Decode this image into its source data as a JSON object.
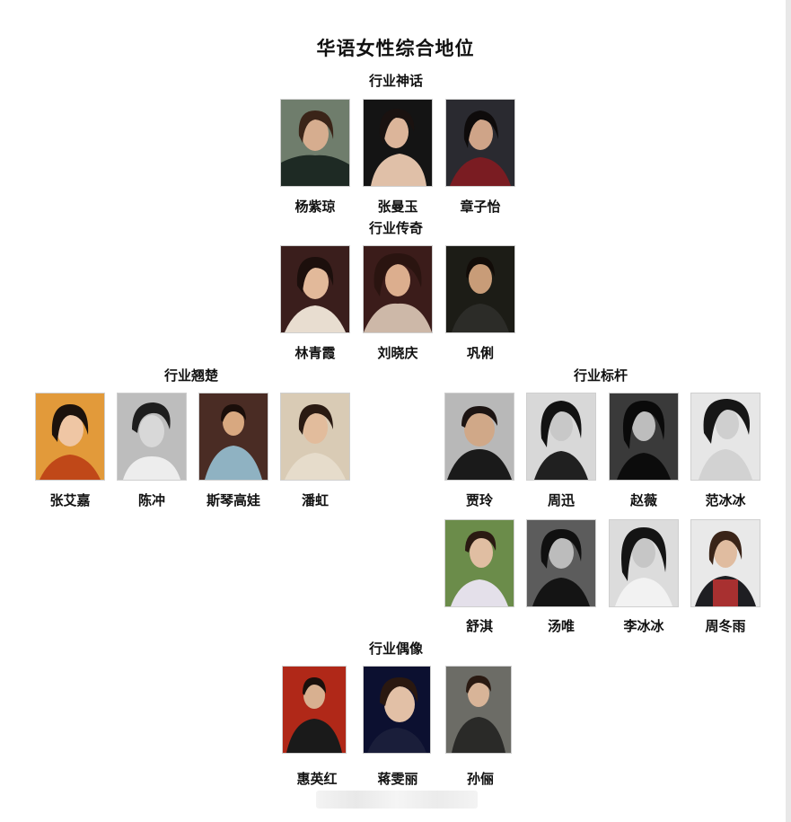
{
  "title": "华语女性综合地位",
  "sections": {
    "myth": {
      "label": "行业神话",
      "people": [
        "杨紫琼",
        "张曼玉",
        "章子怡"
      ]
    },
    "legend": {
      "label": "行业传奇",
      "people": [
        "林青霞",
        "刘晓庆",
        "巩俐"
      ]
    },
    "elite": {
      "label": "行业翘楚",
      "people": [
        "张艾嘉",
        "陈冲",
        "斯琴高娃",
        "潘虹"
      ]
    },
    "benchmark": {
      "label": "行业标杆",
      "people": [
        "贾玲",
        "周迅",
        "赵薇",
        "范冰冰",
        "舒淇",
        "汤唯",
        "李冰冰",
        "周冬雨"
      ]
    },
    "idol": {
      "label": "行业偶像",
      "people": [
        "惠英红",
        "蒋雯丽",
        "孙俪"
      ]
    }
  }
}
